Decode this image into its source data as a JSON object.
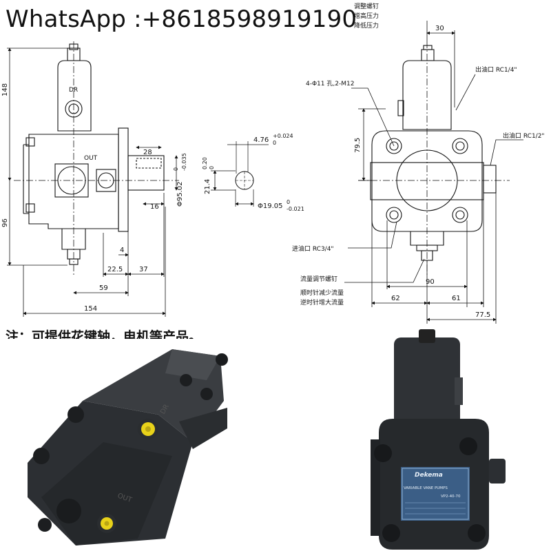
{
  "header": {
    "contact": "WhatsApp :+8618598919190"
  },
  "top_right_labels": {
    "pressure_screw": "调整螺钉",
    "pressure_cw": "增高压力",
    "pressure_ccw": "降低压力"
  },
  "left_view": {
    "port_dr": "DR",
    "port_out": "OUT",
    "dims": {
      "height_upper": "148",
      "height_lower": "96",
      "key_len": "28",
      "key_offset": "16",
      "d4": "4",
      "d22_5": "22.5",
      "d37": "37",
      "d59": "59",
      "d154": "154",
      "shaft_tol_upper": "0",
      "shaft_tol_lower": "-0.035",
      "shaft_dia": "Φ95.02"
    }
  },
  "shaft_section": {
    "key_width": "4.76",
    "key_tol_upper": "+0.024",
    "key_tol_lower": "0",
    "height": "21.4",
    "height_tol_upper": "0.20",
    "height_tol_lower": "0",
    "dia": "Φ19.05",
    "dia_tol_upper": "0",
    "dia_tol_lower": "-0.021"
  },
  "right_view": {
    "mount_holes": "4-Φ11 孔,2-M12",
    "outlet_top": "出油口 RC1/4\"",
    "outlet_side": "出油口 RC1/2\"",
    "inlet": "进油口 RC3/4\"",
    "flow_screw": "流量调节螺钉",
    "flow_cw": "顺时针减少流量",
    "flow_ccw": "逆时针增大流量",
    "dims": {
      "d30": "30",
      "d79_5": "79.5",
      "d90": "90",
      "d62": "62",
      "d61": "61",
      "d77_5": "77.5"
    }
  },
  "note": {
    "text": "注：可提供花键轴，电机等产品。"
  },
  "nameplate": {
    "brand": "Dekema",
    "title": "VARIABLE VANE PUMPS",
    "model": "VP2-40-70"
  },
  "photo_labels": {
    "dr": "DR",
    "out": "OUT"
  }
}
